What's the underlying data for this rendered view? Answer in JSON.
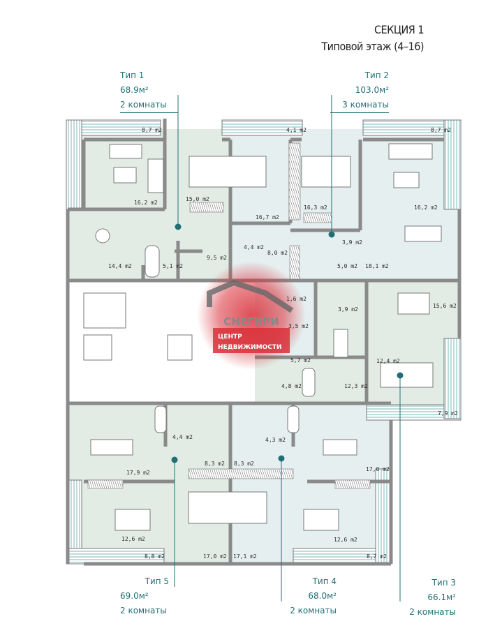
{
  "header": {
    "section": "СЕКЦИЯ 1",
    "floor": "Типовой этаж (4–16)"
  },
  "apartments": [
    {
      "type": "Тип 1",
      "area": "68.9м²",
      "rooms": "2 комнаты"
    },
    {
      "type": "Тип 2",
      "area": "103.0м²",
      "rooms": "3 комнаты"
    },
    {
      "type": "Тип 3",
      "area": "66.1м²",
      "rooms": "2 комнаты"
    },
    {
      "type": "Тип 4",
      "area": "68.0м²",
      "rooms": "2 комнаты"
    },
    {
      "type": "Тип 5",
      "area": "69.0м²",
      "rooms": "2 комнаты"
    }
  ],
  "room_labels": [
    "8,7 m2",
    "16,2 m2",
    "15,0 m2",
    "16,7 m2",
    "14,4 m2",
    "5,1 m2",
    "9,5 m2",
    "4,4 m2",
    "8,0 m2",
    "4,1 m2",
    "16,3 m2",
    "8,7 m2",
    "16,2 m2",
    "3,9 m2",
    "5,0 m2",
    "18,1 m2",
    "1,6 m2",
    "3,9 m2",
    "15,6 m2",
    "3,5 m2",
    "5,7 m2",
    "12,4 m2",
    "4,8 m2",
    "12,3 m2",
    "7,9 m2",
    "4,4 m2",
    "8,3 m2",
    "8,3 m2",
    "17,9 m2",
    "12,6 m2",
    "8,8 m2",
    "17,0 m2",
    "17,1 m2",
    "4,3 m2",
    "17,0 m2",
    "12,6 m2",
    "8,7 m2"
  ],
  "watermark": {
    "brand": "СНЕГИРИ",
    "line1": "ЦЕНТР",
    "line2": "НЕДВИЖИМОСТИ"
  },
  "colors": {
    "green": "#e2ece5",
    "blue": "#e6eff0",
    "wall": "#8a8a8a",
    "accent": "#1f6f73",
    "balcony": "#5aa3a8",
    "watermark": "#d9303a"
  }
}
